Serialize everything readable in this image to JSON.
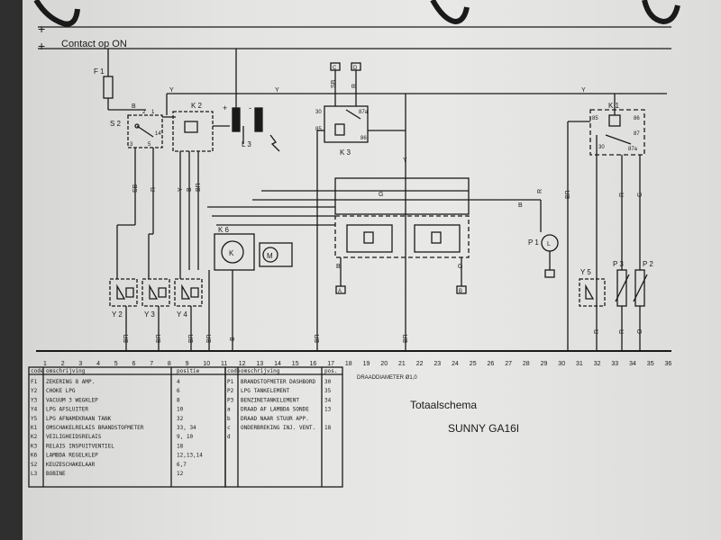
{
  "header": {
    "contact_label": "Contact op ON",
    "plus_top": "+",
    "plus_bottom": "+"
  },
  "title_block": {
    "title": "Totaalschema",
    "subtitle": "SUNNY GA16I"
  },
  "draad_label": "DRAADDIAMETER Ø1,0",
  "wire_labels": {
    "y": "Y",
    "b": "B",
    "g": "G",
    "r": "R",
    "br": "BR",
    "sb": "SB",
    "o": "O",
    "l3": "L 3"
  },
  "component_labels": {
    "f1": "F 1",
    "s2": "S 2",
    "k2": "K 2",
    "k3": "K 3",
    "k1": "K 1",
    "k6": "K 6",
    "p1": "P 1",
    "y2": "Y 2",
    "y3": "Y 3",
    "y4": "Y 4",
    "y5": "Y 5",
    "p3": "P 3",
    "p2": "P 2",
    "m": "M",
    "l": "L",
    "k6_inner": "K",
    "c": "C",
    "d": "D",
    "a": "A",
    "b_box": "B",
    "t30a": "30",
    "t87a": "87a",
    "t85a": "85",
    "t86a": "86",
    "t85b": "85",
    "t86b": "86",
    "t30b": "30",
    "t87b": "87",
    "t87ab": "87a",
    "s2_2": "2",
    "s2_1": "1",
    "s2_14": "14",
    "s2_3": "3",
    "s2_5": "5",
    "plus_k2": "+",
    "minus_k2": "-"
  },
  "scale_numbers": [
    "1",
    "2",
    "3",
    "4",
    "5",
    "6",
    "7",
    "8",
    "9",
    "10",
    "11",
    "12",
    "13",
    "14",
    "15",
    "16",
    "17",
    "18",
    "19",
    "20",
    "21",
    "22",
    "23",
    "24",
    "25",
    "26",
    "27",
    "28",
    "29",
    "30",
    "31",
    "32",
    "33",
    "34",
    "35",
    "36"
  ],
  "table_left": {
    "header_code": "code",
    "header_desc": "omschrijving",
    "header_pos": "positie",
    "rows": [
      {
        "code": "F1",
        "desc": "ZEKERING 8 AMP.",
        "pos": "4"
      },
      {
        "code": "Y2",
        "desc": "CHOKE LPG",
        "pos": "6"
      },
      {
        "code": "Y3",
        "desc": "VACUUM 3 WEGKLEP",
        "pos": "8"
      },
      {
        "code": "Y4",
        "desc": "LPG AFSLUITER",
        "pos": "10"
      },
      {
        "code": "Y5",
        "desc": "LPG AFNAMEKRAAN TANK",
        "pos": "32"
      },
      {
        "code": "K1",
        "desc": "OMSCHAKELRELAIS BRANDSTOFMETER",
        "pos": "33, 34"
      },
      {
        "code": "K2",
        "desc": "VEILIGHEIDSRELAIS",
        "pos": "9, 10"
      },
      {
        "code": "K3",
        "desc": "RELAIS INSPUITVENTIEL",
        "pos": "18"
      },
      {
        "code": "K6",
        "desc": "LAMBDA REGELKLEP",
        "pos": "12,13,14"
      },
      {
        "code": "S2",
        "desc": "KEUZESCHAKELAAR",
        "pos": "6,7"
      },
      {
        "code": "L3",
        "desc": "BOBINE",
        "pos": "12"
      }
    ]
  },
  "table_right": {
    "header_code": "code",
    "header_desc": "omschrijving",
    "header_pos": "pos.",
    "rows": [
      {
        "code": "P1",
        "desc": "BRANDSTOFMETER DASHBORD",
        "pos": "30"
      },
      {
        "code": "P2",
        "desc": "LPG TANKELEMENT",
        "pos": "35"
      },
      {
        "code": "P3",
        "desc": "BENZINETANKELEMENT",
        "pos": "34"
      },
      {
        "code": "a",
        "desc": "DRAAD AF LAMBDA SONDE",
        "pos": "13"
      },
      {
        "code": "b",
        "desc": "DRAAD NAAR STUUR APP.",
        "pos": ""
      },
      {
        "code": "c",
        "desc": "ONDERBREKING INJ. VENT.",
        "pos": "18"
      },
      {
        "code": "d",
        "desc": "",
        "pos": ""
      }
    ]
  },
  "colors": {
    "ink": "#1a1a1a",
    "paper": "#e4e4e2",
    "background": "#2f2f2f"
  }
}
